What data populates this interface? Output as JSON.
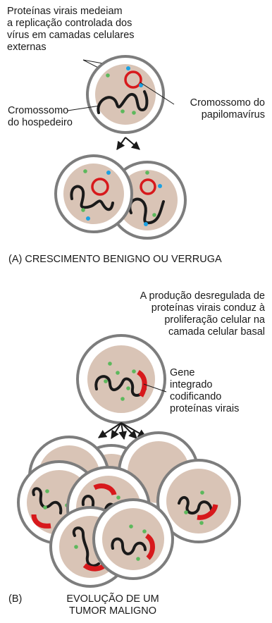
{
  "panel_a": {
    "note_top": "Proteínas virais medeiam\na replicação controlada dos\nvírus em camadas celulares\nexternas",
    "label_viral_chromosome": "Cromossomo do\npapilomavírus",
    "label_host_chromosome": "Cromossomo\ndo hospedeiro",
    "caption": "(A) CRESCIMENTO BENIGNO OU VERRUGA"
  },
  "panel_b": {
    "note_top": "A produção desregulada de\nproteínas virais conduz à\nproliferação celular na\ncamada celular basal",
    "label_gene": "Gene\nintegrado\ncodificando\nproteínas virais",
    "caption_letter": "(B)",
    "caption": "EVOLUÇÃO DE UM\nTUMOR MALIGNO"
  },
  "colors": {
    "cell_outline": "#7d7d7d",
    "nucleus": "#d9c4b6",
    "chromosome": "#1a1a1a",
    "viral_dna": "#d7191c",
    "viral_protein_green": "#5cb85c",
    "viral_protein_blue": "#1ba1e2"
  }
}
